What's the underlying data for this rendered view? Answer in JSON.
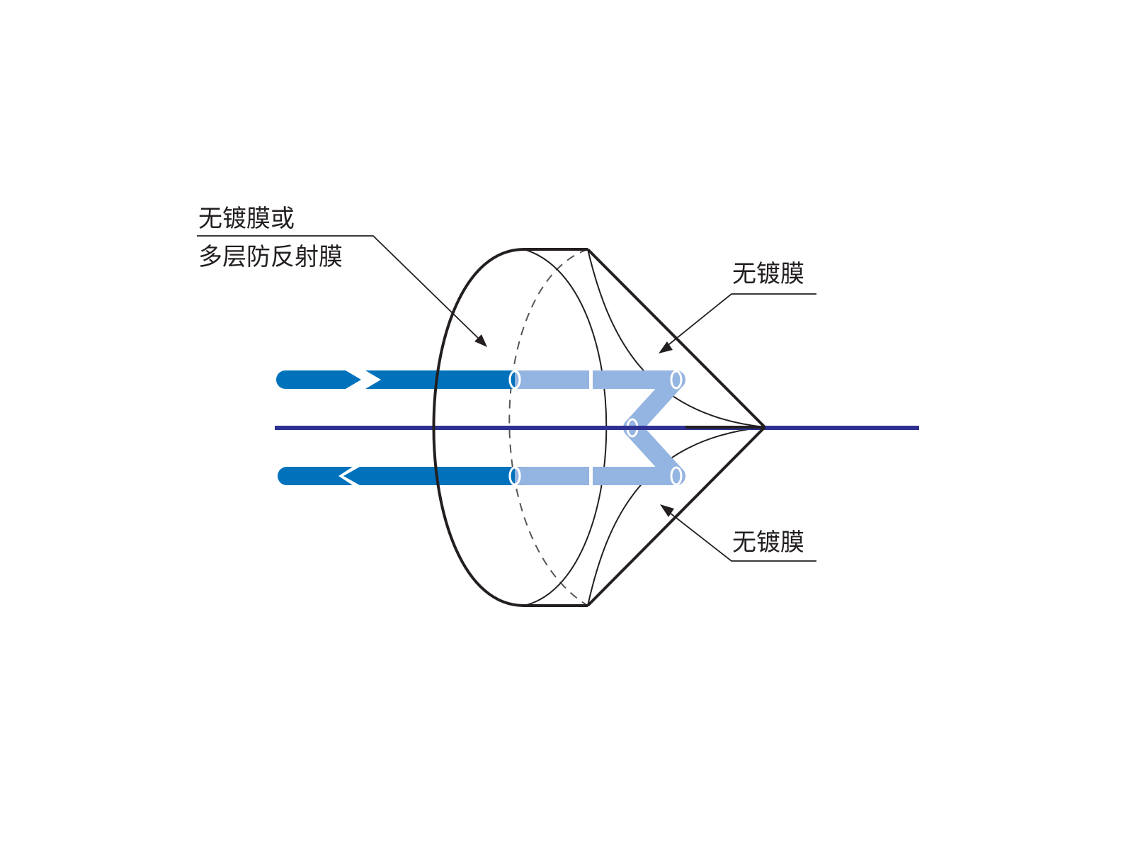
{
  "labels": {
    "left_line1": "无镀膜或",
    "left_line2": "多层防反射膜",
    "right_top": "无镀膜",
    "right_bottom": "无镀膜"
  },
  "colors": {
    "beam_solid": "#0072bc",
    "beam_inside": "#94b4e1",
    "optical_axis": "#2e3192",
    "outline": "#231f20"
  }
}
